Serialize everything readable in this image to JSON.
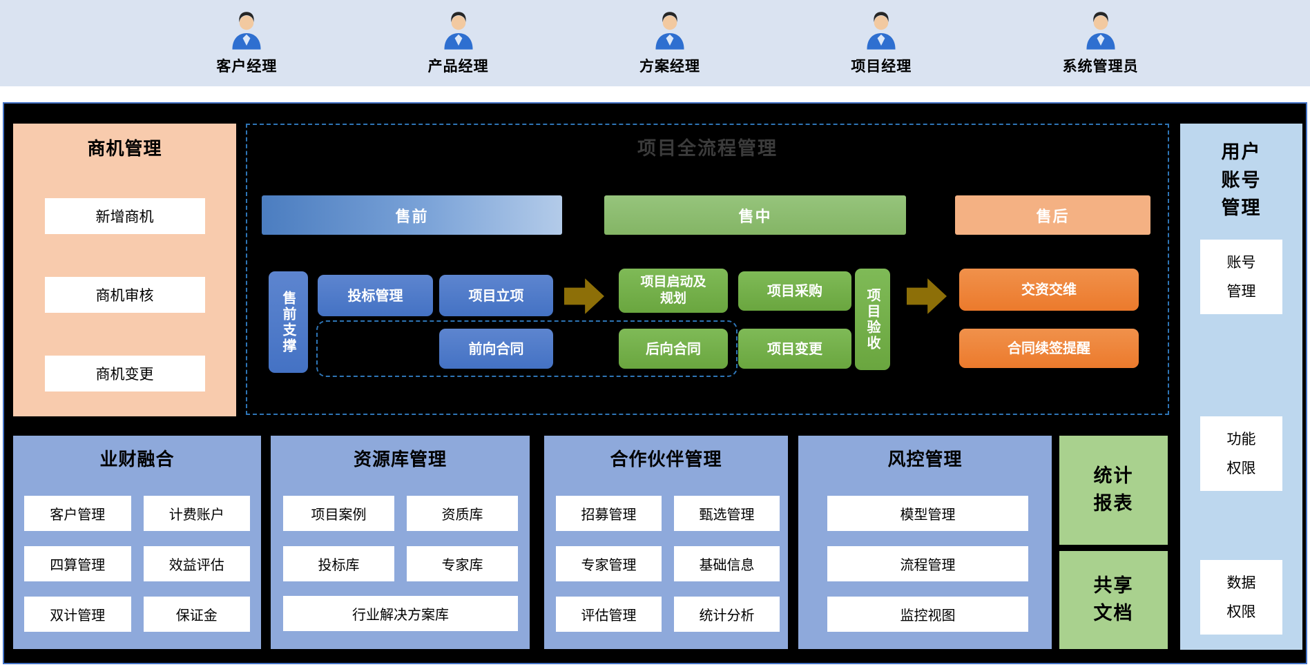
{
  "roles": {
    "items": [
      "客户经理",
      "产品经理",
      "方案经理",
      "项目经理",
      "系统管理员"
    ]
  },
  "opportunity": {
    "title": "商机管理",
    "items": [
      "新增商机",
      "商机审核",
      "商机变更"
    ]
  },
  "process": {
    "title": "项目全流程管理",
    "phases": {
      "pre": "售前",
      "mid": "售中",
      "post": "售后"
    },
    "presales_support": "售前支撑",
    "bidding": "投标管理",
    "initiation": "项目立项",
    "forward_contract": "前向合同",
    "startup_planning": "项目启动及\n规划",
    "procurement": "项目采购",
    "backward_contract": "后向合同",
    "project_change": "项目变更",
    "acceptance": "项目验收",
    "delivery_ops": "交资交维",
    "renewal_reminder": "合同续签提醒"
  },
  "user_account": {
    "title": "用户\n账号\n管理",
    "items": [
      "账号\n管理",
      "功能\n权限",
      "数据\n权限"
    ]
  },
  "finance": {
    "title": "业财融合",
    "items": [
      "客户管理",
      "计费账户",
      "四算管理",
      "效益评估",
      "双计管理",
      "保证金"
    ]
  },
  "resource": {
    "title": "资源库管理",
    "items": [
      "项目案例",
      "资质库",
      "投标库",
      "专家库"
    ],
    "wide_item": "行业解决方案库"
  },
  "partner": {
    "title": "合作伙伴管理",
    "items": [
      "招募管理",
      "甄选管理",
      "专家管理",
      "基础信息",
      "评估管理",
      "统计分析"
    ]
  },
  "risk": {
    "title": "风控管理",
    "items": [
      "模型管理",
      "流程管理",
      "监控视图"
    ]
  },
  "reports": {
    "title": "统计\n报表"
  },
  "shared_docs": {
    "title": "共享\n文档"
  },
  "colors": {
    "blue": "#4472c4",
    "green": "#70ad47",
    "orange": "#ed7d31",
    "salmon": "#f8cbad",
    "phase_salmon": "#f4b183",
    "periwinkle": "#8ea9db",
    "light_blue": "#bdd7ee",
    "light_green": "#a9d18e",
    "arrow_gold": "#8d6f08",
    "top_bar": "#dae3f1"
  }
}
